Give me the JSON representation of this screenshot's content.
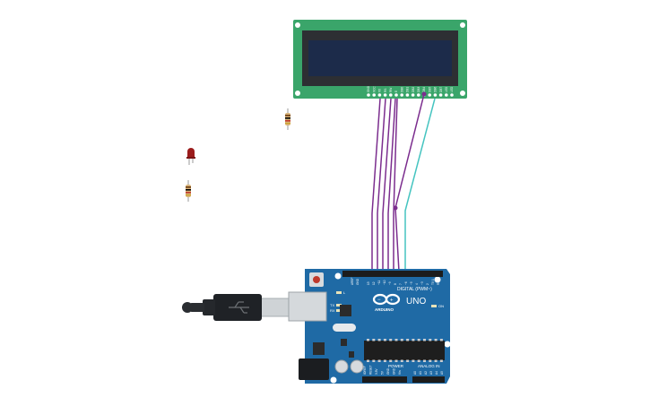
{
  "board": {
    "logo_text": "ARDUINO",
    "model": "UNO",
    "digital_label": "DIGITAL (PWM~)",
    "power_label": "POWER",
    "analog_label": "ANALOG IN",
    "aref_label": "AREF",
    "gnd_label": "GND",
    "tx_label": "TX",
    "rx_label": "RX",
    "l_label": "L",
    "on_label": "ON",
    "digital_pins": [
      "13",
      "12",
      "~11",
      "~10",
      "~9",
      "8",
      "7",
      "~6",
      "~5",
      "4",
      "~3",
      "2",
      "TX 1",
      "RX 0"
    ],
    "power_pins": [
      "IOREF",
      "RESET",
      "3.3V",
      "5V",
      "GND",
      "GND",
      "Vin"
    ],
    "analog_pins": [
      "A0",
      "A1",
      "A2",
      "A3",
      "A4",
      "A5"
    ]
  },
  "lcd": {
    "pin_labels": [
      "GND",
      "VCC",
      "V0",
      "RS",
      "RW",
      "E",
      "DB0",
      "DB1",
      "DB2",
      "DB3",
      "DB4",
      "DB5",
      "DB6",
      "DB7",
      "LED",
      "LED"
    ]
  },
  "colors": {
    "board_blue": "#1f6aa5",
    "lcd_green": "#3aa56a",
    "lcd_screen": "#1c2b4a",
    "wire_purple": "#7b2d8e",
    "wire_teal": "#45c4c0",
    "led_red": "#9b1c1c"
  }
}
